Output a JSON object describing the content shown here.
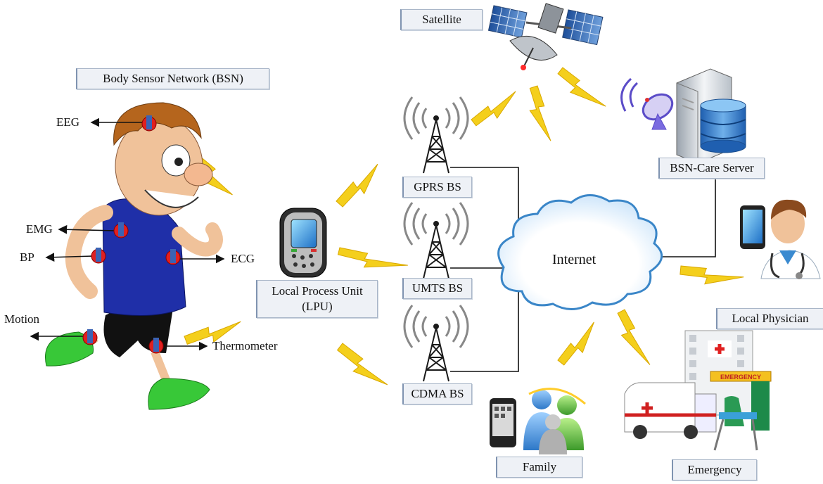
{
  "colors": {
    "bolt": "#f4cf1c",
    "bolt_edge": "#d9a800",
    "tower": "#1a1a1a",
    "cloud_stroke": "#3a86c8",
    "sensor": "#e02020",
    "sensor_core": "#3b63b4",
    "shirt": "#1f2fa8",
    "shoe": "#38c838",
    "hair": "#b5651d"
  },
  "labels": {
    "satellite": "Satellite",
    "bsn": "Body Sensor Network (BSN)",
    "server": "BSN-Care Server",
    "gprs": "GPRS BS",
    "umts": "UMTS BS",
    "cdma": "CDMA BS",
    "lpu": "Local Process Unit\n(LPU)",
    "lpu_line1": "Local Process Unit",
    "lpu_line2": "(LPU)",
    "internet": "Internet",
    "physician": "Local Physician",
    "family": "Family",
    "emergency": "Emergency",
    "emergency_sign": "EMERGENCY"
  },
  "sensors": {
    "eeg": "EEG",
    "emg": "EMG",
    "bp": "BP",
    "ecg": "ECG",
    "motion": "Motion",
    "thermometer": "Thermometer"
  },
  "icons": [
    "satellite-icon",
    "server-icon",
    "database-icon",
    "dish-antenna-icon",
    "cell-tower-icon",
    "mobile-phone-icon",
    "cloud-icon",
    "doctor-icon",
    "family-icon",
    "ambulance-icon",
    "hospital-icon",
    "lightning-icon",
    "runner-icon"
  ]
}
